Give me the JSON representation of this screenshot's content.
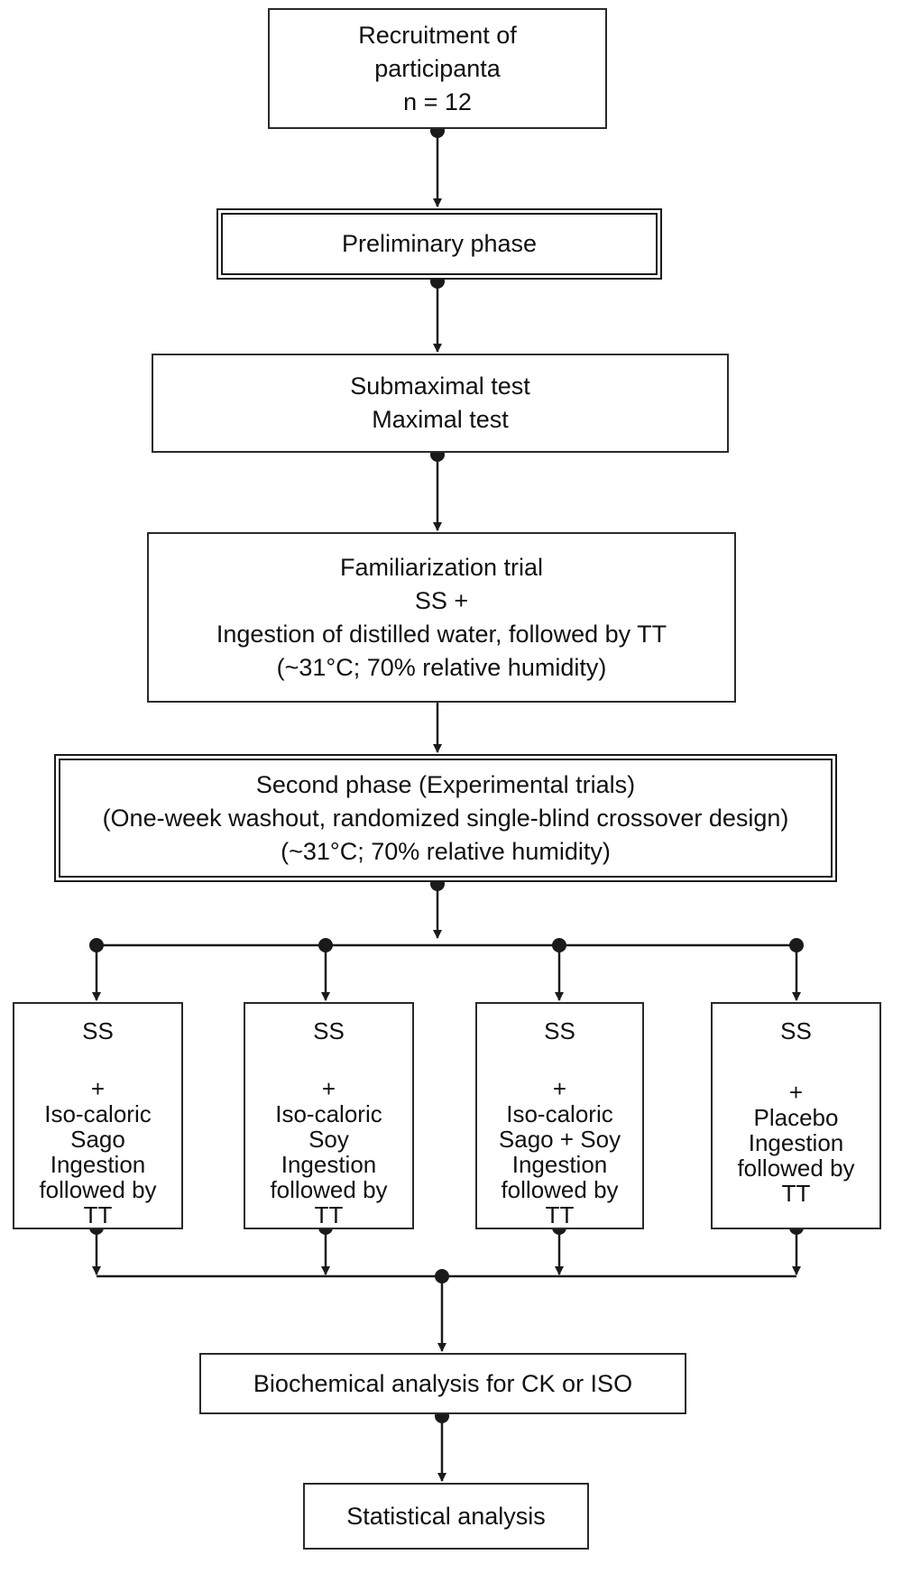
{
  "diagram": {
    "recruitment": [
      "Recruitment of",
      "participanta",
      "n = 12"
    ],
    "preliminary_phase": [
      "Preliminary phase"
    ],
    "tests": [
      "Submaximal test",
      "Maximal test"
    ],
    "familiarization": [
      "Familiarization trial",
      "SS +",
      "Ingestion of distilled water, followed by TT",
      "(~31°C; 70% relative humidity)"
    ],
    "second_phase": [
      "Second phase (Experimental trials)",
      "(One-week  washout, randomized single-blind crossover design)",
      "(~31°C; 70% relative humidity)"
    ],
    "arms": [
      {
        "lines": [
          "SS",
          "",
          "+",
          "Iso-caloric",
          "Sago",
          "Ingestion",
          "followed by",
          "TT"
        ]
      },
      {
        "lines": [
          "SS",
          "",
          "+",
          "Iso-caloric",
          "Soy",
          "Ingestion",
          "followed by",
          "TT"
        ]
      },
      {
        "lines": [
          "SS",
          "",
          "+",
          "Iso-caloric",
          "Sago + Soy",
          "Ingestion",
          "followed by",
          "TT"
        ]
      },
      {
        "lines": [
          "SS",
          "",
          "+",
          "Placebo",
          "Ingestion",
          "followed by",
          "TT"
        ]
      }
    ],
    "biochemical": [
      "Biochemical analysis for CK or ISO"
    ],
    "statistical": [
      "Statistical analysis"
    ]
  },
  "colors": {
    "line": "#1a1a1a",
    "text": "#111111",
    "background": "#ffffff"
  }
}
